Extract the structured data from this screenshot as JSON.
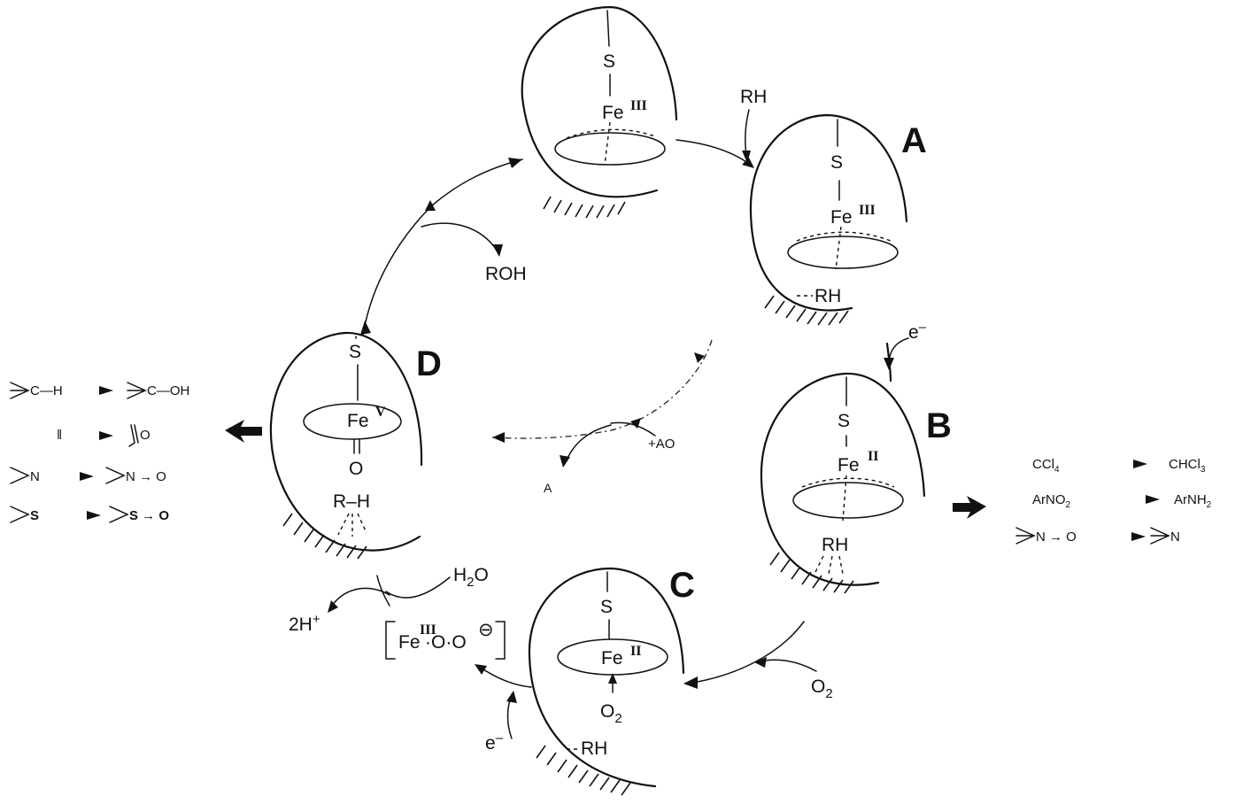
{
  "states": {
    "resting": {
      "s": "S",
      "fe": "Fe",
      "ox": "III"
    },
    "A": {
      "label": "A",
      "s": "S",
      "fe": "Fe",
      "ox": "III",
      "substrate": "RH"
    },
    "B": {
      "label": "B",
      "s": "S",
      "fe": "Fe",
      "ox": "II",
      "substrate": "RH"
    },
    "C": {
      "label": "C",
      "s": "S",
      "fe": "Fe",
      "ox": "II",
      "ligand": "O",
      "ligand_sub": "2",
      "substrate": "RH"
    },
    "D": {
      "label": "D",
      "s": "S",
      "fe": "Fe",
      "ox": "V",
      "oxo": "O",
      "substrate": "R–H"
    }
  },
  "reagents": {
    "rh_in": "RH",
    "electron_1": "e",
    "electron_1_sup": "–",
    "oxygen": "O",
    "oxygen_sub": "2",
    "electron_2": "e",
    "electron_2_sup": "–",
    "protons": "2H",
    "protons_sup": "+",
    "water": "H",
    "water_sub": "2",
    "water_end": "O",
    "product": "ROH",
    "oxidant": "+AO",
    "byproduct": "A"
  },
  "peroxo": {
    "fe": "Fe",
    "ox": "III",
    "chain": "·O·O",
    "charge": "⊖"
  },
  "left_reactions": [
    {
      "from": "C—H",
      "to": "C—OH"
    },
    {
      "from": "‖",
      "to": "O"
    },
    {
      "from": "N",
      "to": "N → O"
    },
    {
      "from": "S",
      "to": "S → O"
    }
  ],
  "right_reactions": [
    {
      "from": "CCl",
      "from_sub": "4",
      "to": "CHCl",
      "to_sub": "3"
    },
    {
      "from": "ArNO",
      "from_sub": "2",
      "to": "ArNH",
      "to_sub": "2"
    },
    {
      "from": "N → O",
      "to": "N"
    }
  ],
  "colors": {
    "ink": "#111111",
    "background": "#ffffff"
  }
}
